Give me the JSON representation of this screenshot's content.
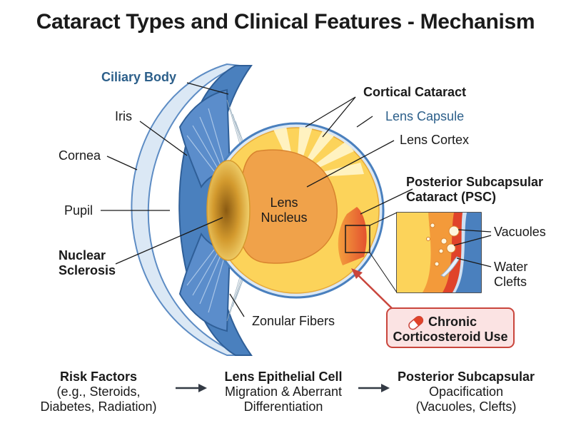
{
  "title": "Cataract Types and Clinical Features - Mechanism",
  "labels": {
    "ciliary_body": "Ciliary Body",
    "iris": "Iris",
    "cornea": "Cornea",
    "pupil": "Pupil",
    "nuclear_sclerosis_1": "Nuclear",
    "nuclear_sclerosis_2": "Sclerosis",
    "zonular_fibers": "Zonular Fibers",
    "cortical_cataract": "Cortical Cataract",
    "lens_capsule": "Lens Capsule",
    "lens_cortex": "Lens Cortex",
    "lens_nucleus_1": "Lens",
    "lens_nucleus_2": "Nucleus",
    "psc_1": "Posterior Subcapsular",
    "psc_2": "Cataract (PSC)",
    "vacuoles": "Vacuoles",
    "water_clefts_1": "Water",
    "water_clefts_2": "Clefts",
    "corticosteroid_1": "Chronic",
    "corticosteroid_2": "Corticosteroid Use"
  },
  "flow": [
    {
      "heading": "Risk Factors",
      "lines": [
        "(e.g., Steroids,",
        "Diabetes, Radiation)"
      ]
    },
    {
      "heading": "Lens Epithelial Cell",
      "lines": [
        "Migration & Aberrant",
        "Differentiation"
      ]
    },
    {
      "heading": "Posterior Subcapsular",
      "lines": [
        "Opacification",
        "(Vacuoles, Clefts)"
      ]
    }
  ],
  "colors": {
    "sclera_blue": "#4a80be",
    "cornea_light": "#dbe8f5",
    "lens_yellow": "#fcd35a",
    "nucleus_orange": "#f0a24a",
    "psc_red": "#e0432a",
    "alert_pink": "#fbe3e3",
    "alert_border": "#c9453c"
  }
}
